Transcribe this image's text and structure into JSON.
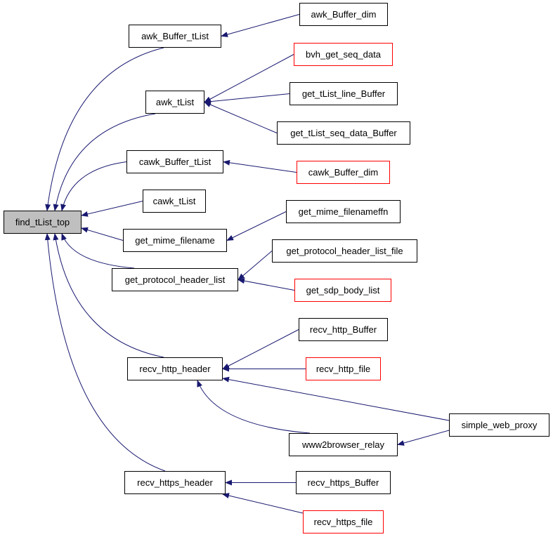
{
  "colors": {
    "edge": "#191970",
    "red_border": "#ff0000",
    "root_fill": "#bfbfbf"
  },
  "nodes": {
    "find_tList_top": {
      "label": "find_tList_top"
    },
    "awk_Buffer_tList": {
      "label": "awk_Buffer_tList"
    },
    "awk_Buffer_dim": {
      "label": "awk_Buffer_dim"
    },
    "awk_tList": {
      "label": "awk_tList"
    },
    "bvh_get_seq_data": {
      "label": "bvh_get_seq_data"
    },
    "get_tList_line_Buffer": {
      "label": "get_tList_line_Buffer"
    },
    "get_tList_seq_data_Buffer": {
      "label": "get_tList_seq_data_Buffer"
    },
    "cawk_Buffer_tList": {
      "label": "cawk_Buffer_tList"
    },
    "cawk_Buffer_dim": {
      "label": "cawk_Buffer_dim"
    },
    "cawk_tList": {
      "label": "cawk_tList"
    },
    "get_mime_filename": {
      "label": "get_mime_filename"
    },
    "get_mime_filenameffn": {
      "label": "get_mime_filenameffn"
    },
    "get_protocol_header_list": {
      "label": "get_protocol_header_list"
    },
    "get_protocol_header_list_file": {
      "label": "get_protocol_header_list_file"
    },
    "get_sdp_body_list": {
      "label": "get_sdp_body_list"
    },
    "recv_http_header": {
      "label": "recv_http_header"
    },
    "recv_http_Buffer": {
      "label": "recv_http_Buffer"
    },
    "recv_http_file": {
      "label": "recv_http_file"
    },
    "simple_web_proxy": {
      "label": "simple_web_proxy"
    },
    "www2browser_relay": {
      "label": "www2browser_relay"
    },
    "recv_https_header": {
      "label": "recv_https_header"
    },
    "recv_https_Buffer": {
      "label": "recv_https_Buffer"
    },
    "recv_https_file": {
      "label": "recv_https_file"
    }
  },
  "edges": [
    [
      "awk_Buffer_tList",
      "find_tList_top"
    ],
    [
      "awk_tList",
      "find_tList_top"
    ],
    [
      "cawk_Buffer_tList",
      "find_tList_top"
    ],
    [
      "cawk_tList",
      "find_tList_top"
    ],
    [
      "get_mime_filename",
      "find_tList_top"
    ],
    [
      "get_protocol_header_list",
      "find_tList_top"
    ],
    [
      "recv_http_header",
      "find_tList_top"
    ],
    [
      "recv_https_header",
      "find_tList_top"
    ],
    [
      "awk_Buffer_dim",
      "awk_Buffer_tList"
    ],
    [
      "bvh_get_seq_data",
      "awk_tList"
    ],
    [
      "get_tList_line_Buffer",
      "awk_tList"
    ],
    [
      "get_tList_seq_data_Buffer",
      "awk_tList"
    ],
    [
      "cawk_Buffer_dim",
      "cawk_Buffer_tList"
    ],
    [
      "get_mime_filenameffn",
      "get_mime_filename"
    ],
    [
      "get_protocol_header_list_file",
      "get_protocol_header_list"
    ],
    [
      "get_sdp_body_list",
      "get_protocol_header_list"
    ],
    [
      "recv_http_Buffer",
      "recv_http_header"
    ],
    [
      "recv_http_file",
      "recv_http_header"
    ],
    [
      "simple_web_proxy",
      "recv_http_header"
    ],
    [
      "www2browser_relay",
      "recv_http_header"
    ],
    [
      "simple_web_proxy",
      "www2browser_relay"
    ],
    [
      "recv_https_Buffer",
      "recv_https_header"
    ],
    [
      "recv_https_file",
      "recv_https_header"
    ]
  ]
}
